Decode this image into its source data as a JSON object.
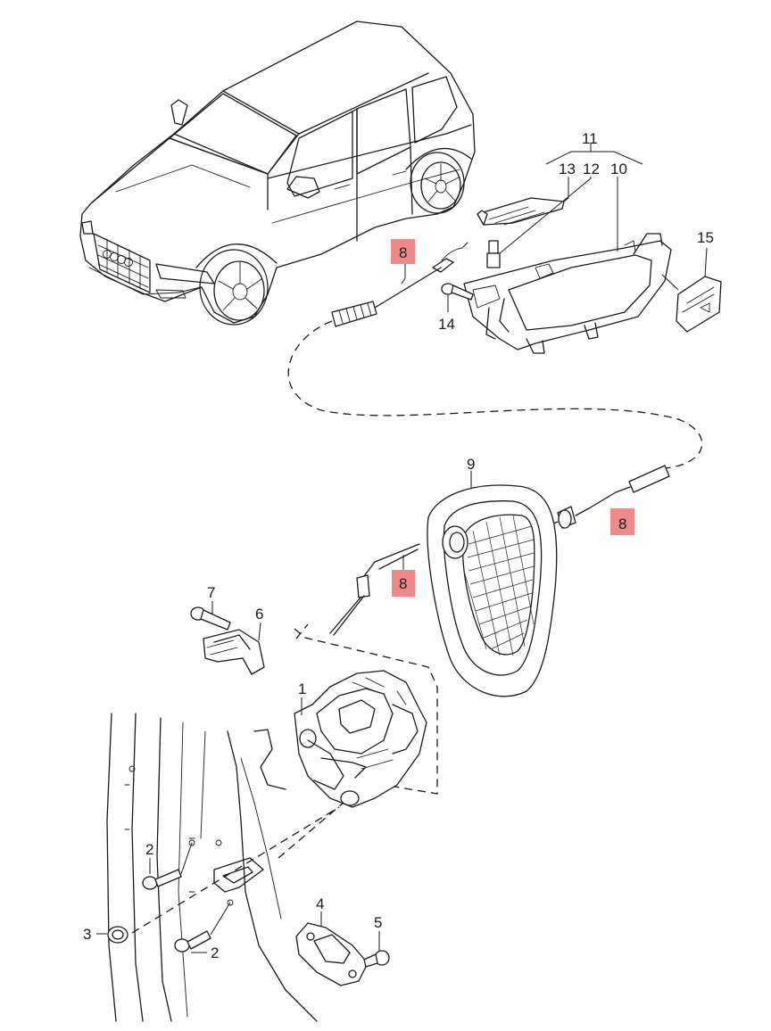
{
  "diagram": {
    "callouts": {
      "c1": "1",
      "c2a": "2",
      "c2b": "2",
      "c3": "3",
      "c4": "4",
      "c5": "5",
      "c6": "6",
      "c7": "7",
      "c8a": "8",
      "c8b": "8",
      "c8c": "8",
      "c9": "9",
      "c10": "10",
      "c11": "11",
      "c12": "12",
      "c13": "13",
      "c14": "14",
      "c15": "15"
    },
    "highlight_color": "#f08a8a"
  }
}
